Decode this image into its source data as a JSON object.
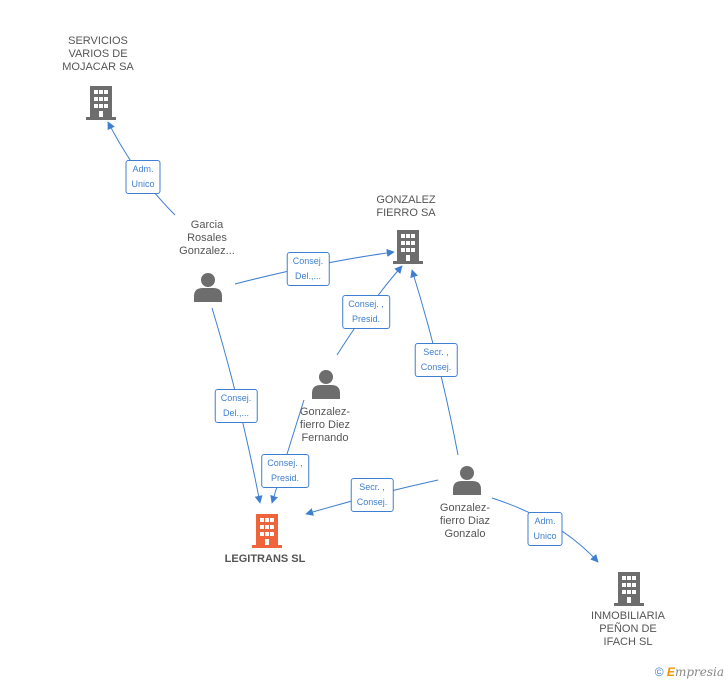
{
  "nodes": {
    "servicios": {
      "lines": [
        "SERVICIOS",
        "VARIOS DE",
        "MOJACAR SA"
      ],
      "type": "company"
    },
    "gonzalez_fierro_sa": {
      "lines": [
        "GONZALEZ",
        "FIERRO SA"
      ],
      "type": "company"
    },
    "legitrans": {
      "lines": [
        "LEGITRANS SL"
      ],
      "type": "company-main"
    },
    "inmobiliaria": {
      "lines": [
        "INMOBILIARIA",
        "PEÑON DE",
        "IFACH SL"
      ],
      "type": "company"
    },
    "garcia": {
      "lines": [
        "Garcia",
        "Rosales",
        "Gonzalez..."
      ],
      "type": "person"
    },
    "fernando": {
      "lines": [
        "Gonzalez-",
        "fierro Diez",
        "Fernando"
      ],
      "type": "person"
    },
    "gonzalo": {
      "lines": [
        "Gonzalez-",
        "fierro Diaz",
        "Gonzalo"
      ],
      "type": "person"
    }
  },
  "relations": {
    "r1": [
      "Adm.",
      "Unico"
    ],
    "r2": [
      "Consej.",
      "Del.,..."
    ],
    "r3": [
      "Consej. ,",
      "Presid."
    ],
    "r4": [
      "Secr. ,",
      "Consej."
    ],
    "r5": [
      "Consej.",
      "Del.,..."
    ],
    "r6": [
      "Consej. ,",
      "Presid."
    ],
    "r7": [
      "Secr. ,",
      "Consej."
    ],
    "r8": [
      "Adm.",
      "Unico"
    ]
  },
  "colors": {
    "edge": "#3f7fd1",
    "icon": "#6d6d6d",
    "main_icon": "#f0643c"
  },
  "footer": {
    "copyright": "©",
    "brand_e": "E",
    "brand_rest": "mpresia"
  }
}
